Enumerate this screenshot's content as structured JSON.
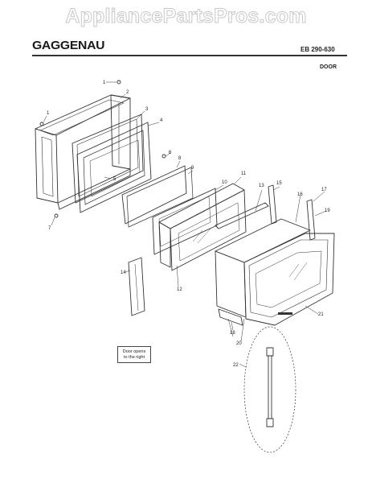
{
  "watermark": "AppliancePartsPros.com",
  "brand": "GAGGENAU",
  "model": "EB 290-630",
  "section": "DOOR",
  "note_lines": [
    "Door opens",
    "to the right"
  ],
  "callouts": [
    "1",
    "1",
    "2",
    "3",
    "4",
    "5",
    "6",
    "7",
    "8",
    "9",
    "10",
    "11",
    "12",
    "13",
    "14",
    "15",
    "16",
    "17",
    "18",
    "19",
    "20",
    "21",
    "22"
  ]
}
